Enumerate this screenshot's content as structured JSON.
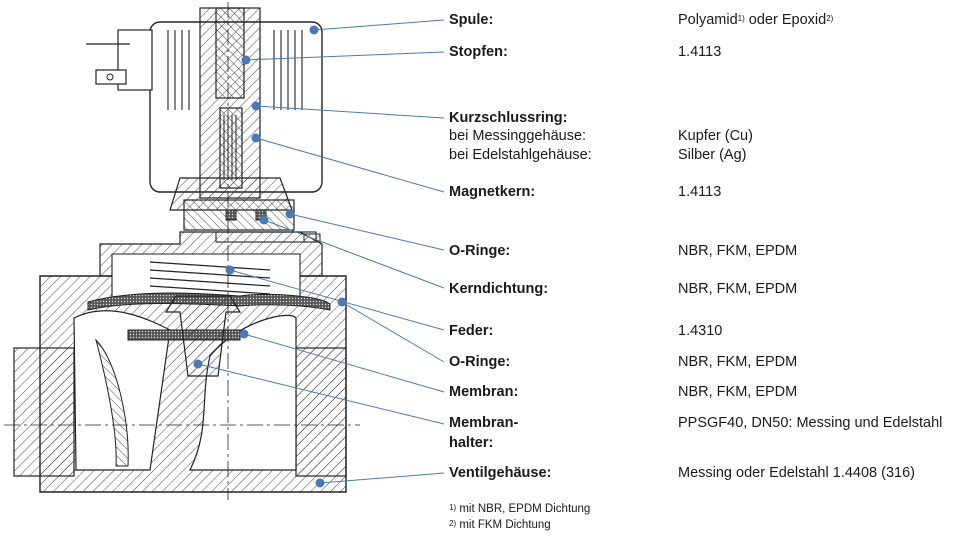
{
  "parts": {
    "spule": {
      "label": "Spule:",
      "material": "Polyamid",
      "fn1": "1)",
      "mid": " oder Epoxid",
      "fn2": "2)"
    },
    "stopfen": {
      "label": "Stopfen:",
      "material": "1.4113"
    },
    "kurzschlussring": {
      "label": "Kurzschlussring:",
      "sub1": "bei Messinggehäuse:",
      "mat1": "Kupfer (Cu)",
      "sub2": "bei Edelstahlgehäuse:",
      "mat2": "Silber (Ag)"
    },
    "magnetkern": {
      "label": "Magnetkern:",
      "material": "1.4113"
    },
    "oringe1": {
      "label": "O-Ringe:",
      "material": "NBR, FKM, EPDM"
    },
    "kerndichtung": {
      "label": "Kerndichtung:",
      "material": "NBR, FKM, EPDM"
    },
    "feder": {
      "label": "Feder:",
      "material": "1.4310"
    },
    "oringe2": {
      "label": "O-Ringe:",
      "material": "NBR, FKM, EPDM"
    },
    "membran": {
      "label": "Membran:",
      "material": "NBR, FKM, EPDM"
    },
    "membranhalter": {
      "label1": "Membran-",
      "label2": "halter:",
      "material": "PPSGF40, DN50: Messing und Edelstahl"
    },
    "ventilgehaeuse": {
      "label": "Ventilgehäuse:",
      "material": "Messing oder Edelstahl 1.4408 (316)"
    }
  },
  "footnotes": {
    "n1": "1)",
    "t1": " mit NBR, EPDM Dichtung",
    "n2": "2)",
    "t2": " mit FKM Dichtung"
  },
  "colors": {
    "leader": "#4a7ab5",
    "hatch": "#333333"
  }
}
